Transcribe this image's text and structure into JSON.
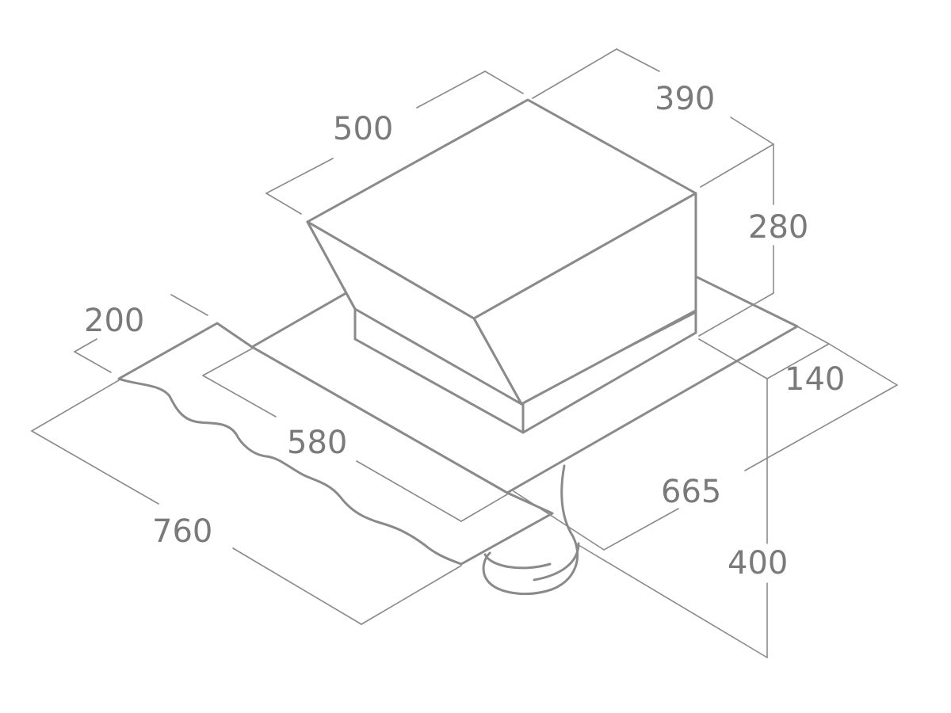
{
  "diagram": {
    "line_color": "#8a8a8a",
    "text_color": "#7a7a7a",
    "dimensions": {
      "d500": "500",
      "d390": "390",
      "d280": "280",
      "d200": "200",
      "d140": "140",
      "d580": "580",
      "d665": "665",
      "d760": "760",
      "d400": "400"
    }
  }
}
